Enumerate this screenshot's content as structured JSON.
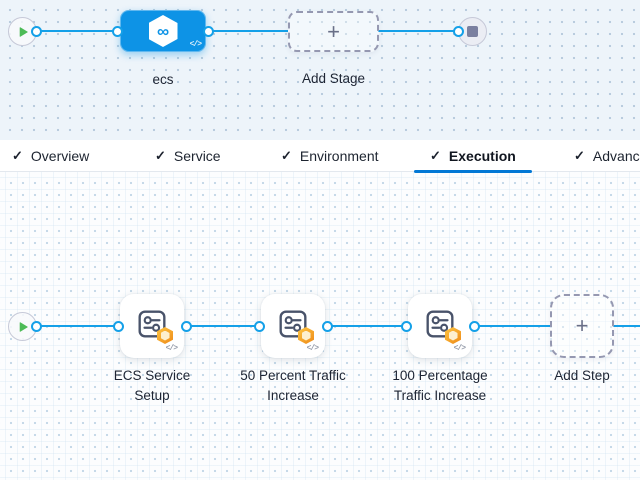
{
  "stage_canvas": {
    "stage": {
      "name": "ecs"
    },
    "add_stage_label": "Add Stage"
  },
  "tabs": {
    "items": [
      {
        "label": "Overview",
        "checked": true,
        "active": false
      },
      {
        "label": "Service",
        "checked": true,
        "active": false
      },
      {
        "label": "Environment",
        "checked": true,
        "active": false
      },
      {
        "label": "Execution",
        "checked": true,
        "active": true
      },
      {
        "label": "Advanced",
        "checked": true,
        "active": false
      }
    ]
  },
  "execution_canvas": {
    "steps": [
      {
        "name": "ECS Service Setup"
      },
      {
        "name": "50 Percent Traffic Increase"
      },
      {
        "name": "100 Percentage Traffic Increase"
      }
    ],
    "add_step_label": "Add Step"
  },
  "glyphs": {
    "plus": "+",
    "check": "✓",
    "code": "</>",
    "infinity": "∞"
  },
  "colors": {
    "connector_blue": "#14a0e8",
    "stage_node_blue": "#0d93e6",
    "active_tab_underline": "#0278d5",
    "play_green": "#4dbb57",
    "badge_orange": "#f2991f",
    "canvas_top_bg": "#edf4fa",
    "canvas_bottom_bg": "#fcfdfe"
  }
}
